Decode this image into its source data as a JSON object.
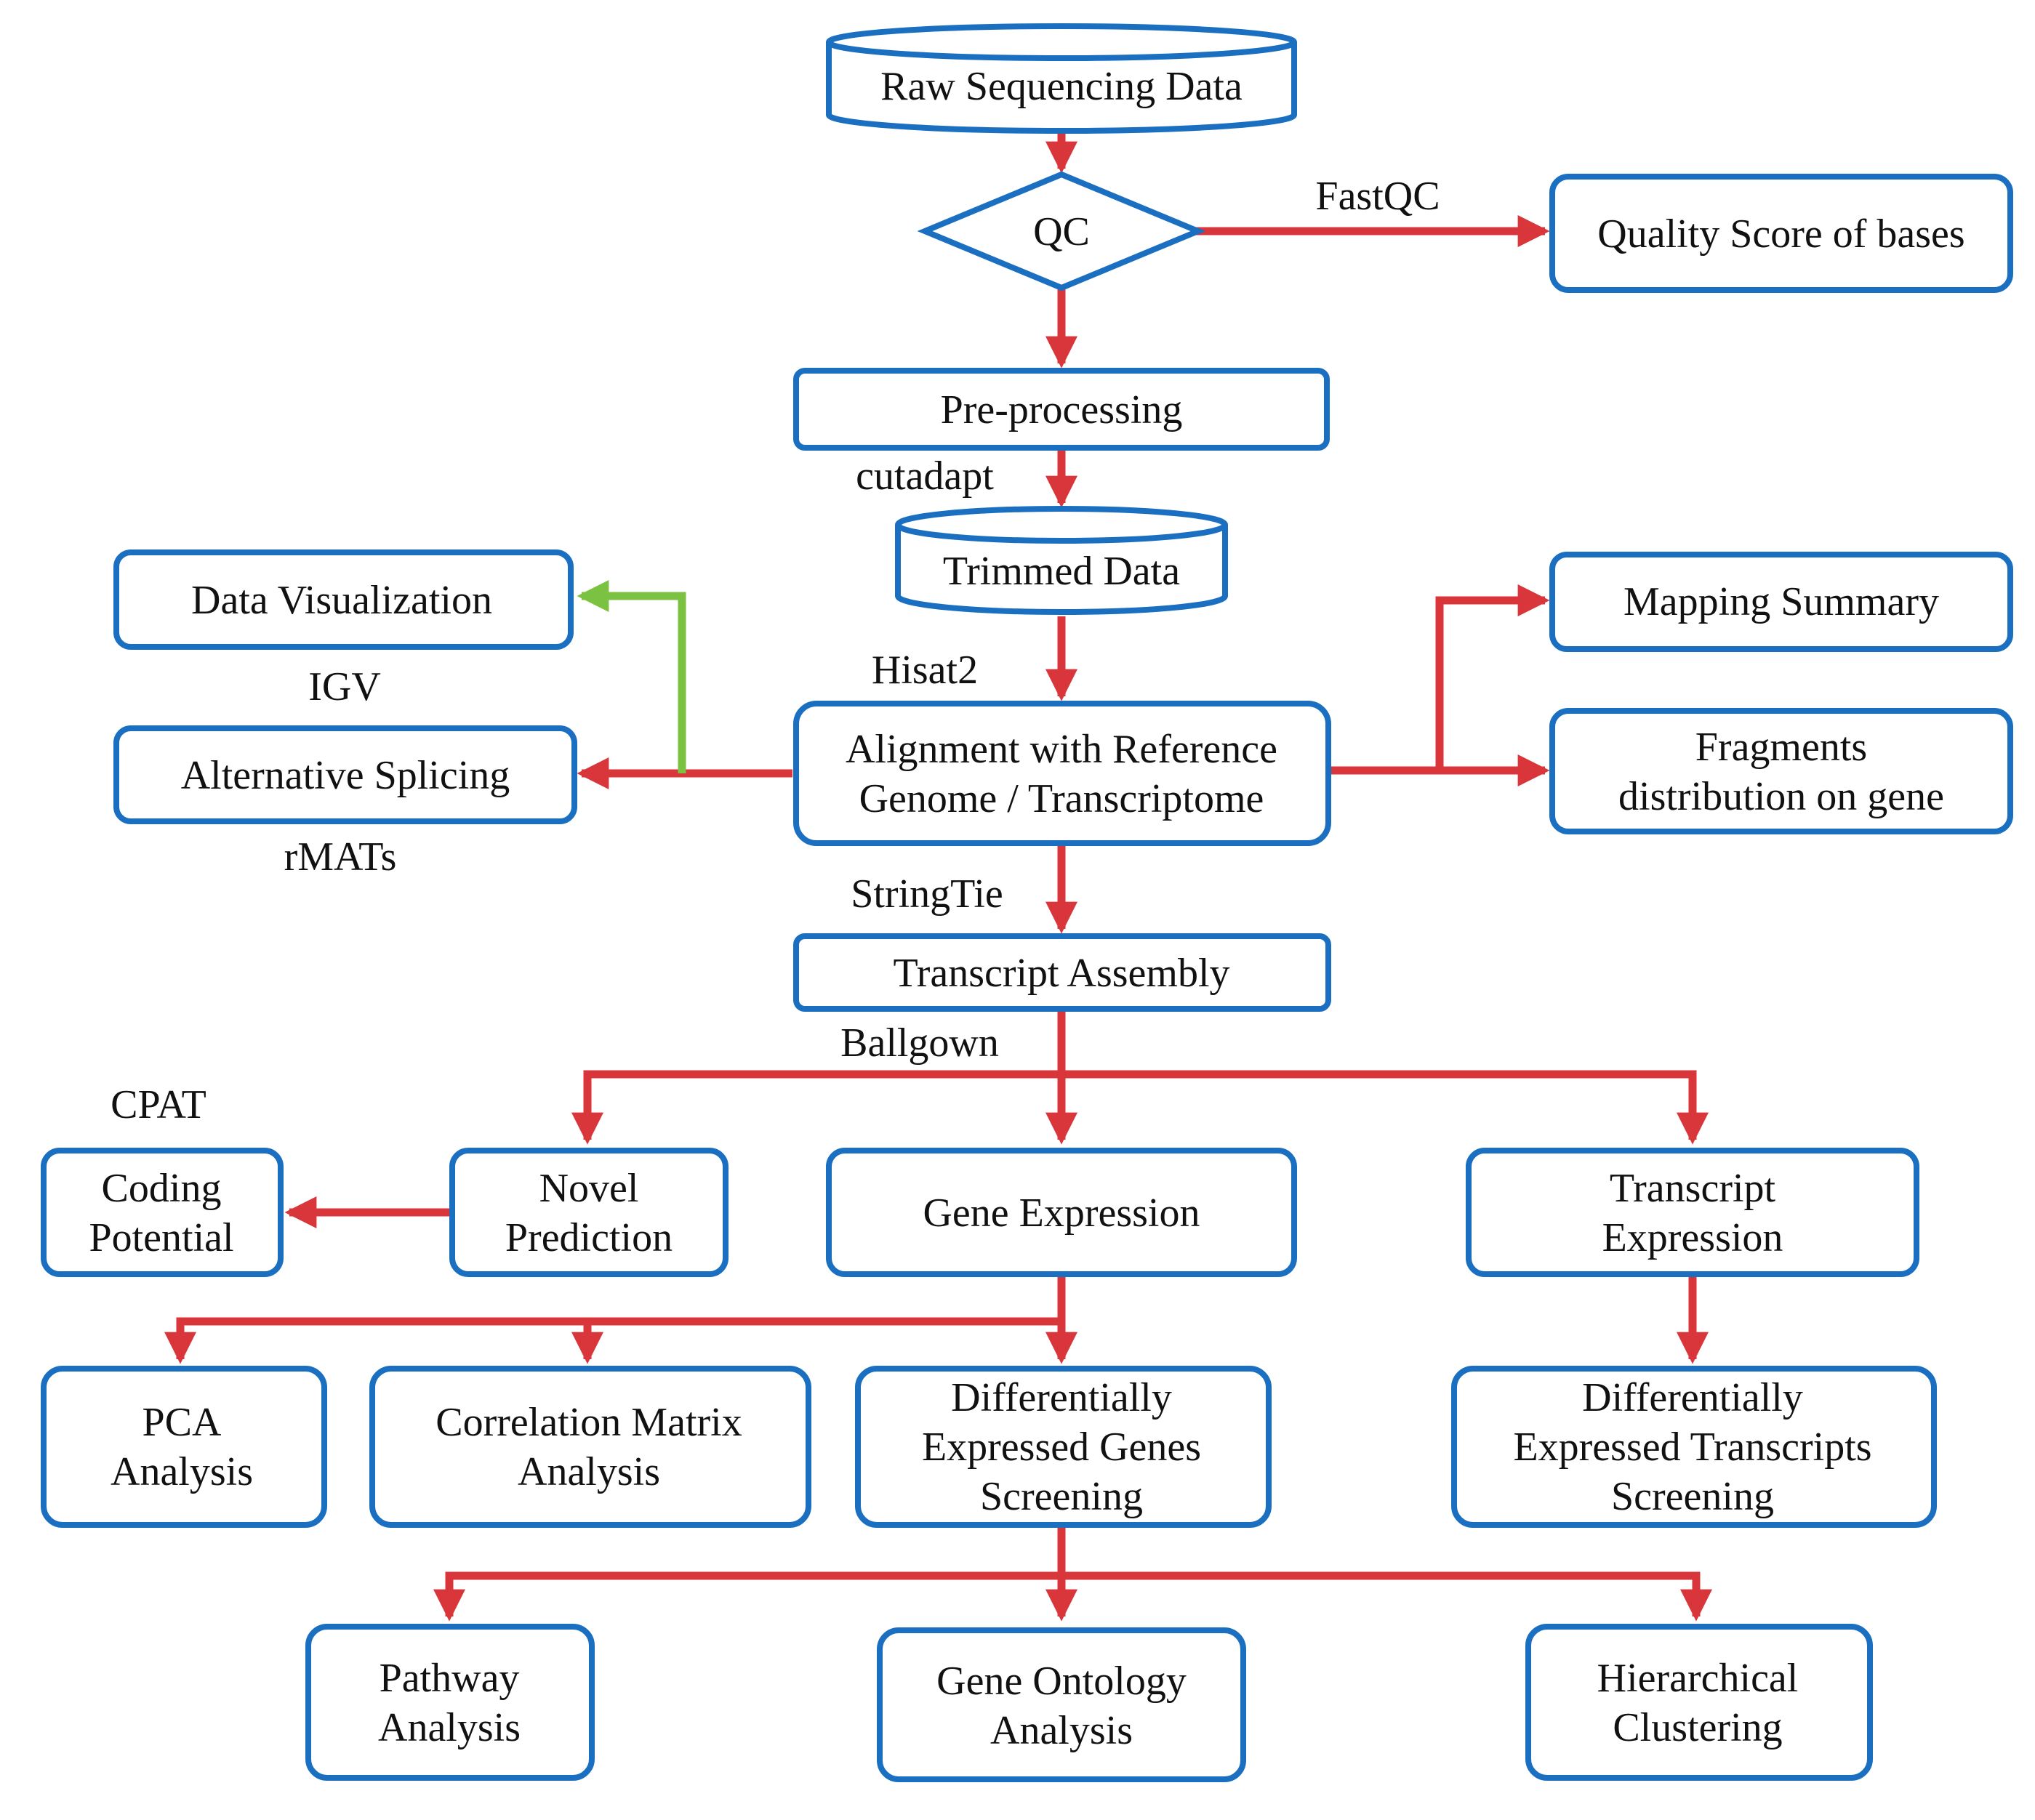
{
  "colors": {
    "box_border": "#1a6fc0",
    "arrow": "#d8363a",
    "arrow_secondary": "#7cc242",
    "text": "#111111"
  },
  "nodes": {
    "raw": [
      "Raw Sequencing Data"
    ],
    "qc": [
      "QC"
    ],
    "quality": [
      "Quality Score of bases"
    ],
    "pre": [
      "Pre-processing"
    ],
    "trimmed": [
      "Trimmed Data"
    ],
    "dataviz": [
      "Data Visualization"
    ],
    "altsplice": [
      "Alternative Splicing"
    ],
    "align": [
      "Alignment with Reference",
      "Genome / Transcriptome"
    ],
    "mapping": [
      "Mapping Summary"
    ],
    "fragments": [
      "Fragments",
      "distribution on gene"
    ],
    "assembly": [
      "Transcript Assembly"
    ],
    "coding": [
      "Coding",
      "Potential"
    ],
    "novel": [
      "Novel",
      "Prediction"
    ],
    "geneexp": [
      "Gene Expression"
    ],
    "transexp": [
      "Transcript",
      "Expression"
    ],
    "pca": [
      "PCA",
      "Analysis"
    ],
    "corr": [
      "Correlation Matrix",
      "Analysis"
    ],
    "deg": [
      "Differentially",
      "Expressed Genes",
      "Screening"
    ],
    "det": [
      "Differentially",
      "Expressed Transcripts",
      "Screening"
    ],
    "pathway": [
      "Pathway",
      "Analysis"
    ],
    "go": [
      "Gene Ontology",
      "Analysis"
    ],
    "hclust": [
      "Hierarchical",
      "Clustering"
    ]
  },
  "tools": {
    "fastqc": "FastQC",
    "cutadapt": "cutadapt",
    "hisat2": "Hisat2",
    "igv": "IGV",
    "rmats": "rMATs",
    "stringtie": "StringTie",
    "ballgown": "Ballgown",
    "cpat": "CPAT"
  }
}
